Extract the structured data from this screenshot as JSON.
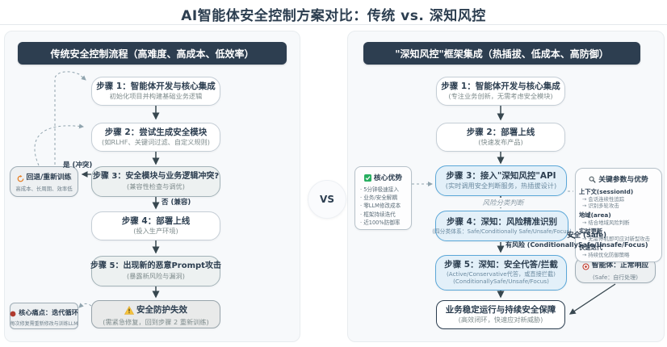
{
  "title": "AI智能体安全控制方案对比：传统 vs. 深知风控",
  "vs": "VS",
  "colors": {
    "dark_navy": "#2d3e50",
    "blue_border": "#5ba7d8",
    "blue_fill": "#e3f0f9",
    "warning_yellow": "#f5c33b",
    "danger_red": "#b03a2e",
    "success_green": "#27ae60",
    "rollback_orange": "#e67e22"
  },
  "left": {
    "header": "传统安全控制流程（高难度、高成本、低效率）",
    "step1": {
      "title": "步骤 1：智能体开发与核心集成",
      "sub": "初始化项目并构建基础业务逻辑"
    },
    "step2": {
      "title": "步骤 2：尝试生成安全模块",
      "sub": "(如RLHF、关键词过滤、自定义规则)"
    },
    "step3": {
      "title": "步骤 3：安全模块与业务逻辑冲突?",
      "sub": "(兼容性检查与调优)"
    },
    "step4": {
      "title": "步骤 4：部署上线",
      "sub": "(投入生产环境)"
    },
    "step5": {
      "title": "步骤 5：出现新的恶意Prompt攻击",
      "sub": "(暴露新风险与漏洞)"
    },
    "fail": {
      "icon": "warning-icon",
      "title": "安全防护失效",
      "sub": "(需紧急修复，回到步骤 2 重新训练)"
    },
    "rollback": {
      "icon": "rollback-icon",
      "title": "回退/重新训练",
      "sub": "高成本、长周期、效率低"
    },
    "pain": {
      "icon": "red-dot-icon",
      "title": "核心痛点：迭代循环",
      "sub": "每次修复需重新修改与训练LLM"
    },
    "yes_label": "是 (冲突)",
    "no_label": "否 (兼容)"
  },
  "right": {
    "header": "\"深知风控\"框架集成（热插拔、低成本、高防御）",
    "step1": {
      "title": "步骤 1：智能体开发与核心集成",
      "sub": "(专注业务创新，无需考虑安全模块)"
    },
    "step2": {
      "title": "步骤 2：部署上线",
      "sub": "(快速发布产品)"
    },
    "step3": {
      "title": "步骤 3：接入\"深知风控\"API",
      "sub": "(实时调用安全判断服务，热插拔设计)"
    },
    "step4": {
      "title": "步骤 4：深知：风险精准识别",
      "sub": "(四分类体系：Safe/Conditionally Safe/Unsafe/Focus)"
    },
    "step5": {
      "title": "步骤 5：深知：安全代答/拦截",
      "sub1": "(Active/Conservative代答，或直接拦截)",
      "sub2": "(ConditionallySafe/Unsafe/Focus)"
    },
    "risk_label": "风险分类判断",
    "safe_label": "安全 (Safe)",
    "risky_label": "有风险 (ConditionallySafe/Unsafe/Focus)",
    "agent": {
      "icon": "target-icon",
      "title": "智能体：正常响应",
      "sub": "(Safe：自行处理)"
    },
    "final": {
      "title": "业务稳定运行与持续安全保障",
      "sub": "(高效闭环，快速应对新威胁)"
    },
    "advantages": {
      "icon": "check-icon",
      "title": "核心优势",
      "items": [
        "5分钟极速接入",
        "业务/安全解耦",
        "零LLM修改成本",
        "框架持续迭代",
        "近100%防御率"
      ]
    },
    "keyparams": {
      "icon": "magnifier-icon",
      "title": "关键参数与优势",
      "sections": [
        {
          "h": "上下文(sessionId)",
          "lines": [
            "→ 会话连续性追踪",
            "→ 识别多轮攻击"
          ]
        },
        {
          "h": "地域(area)",
          "lines": [
            "→ 结合地域风险判断"
          ]
        },
        {
          "h": "实时更新",
          "lines": [
            "→ 无需停机即可应对新型攻击"
          ]
        },
        {
          "h": "快速迭代",
          "lines": [
            "→ 持续优化防御策略"
          ]
        }
      ]
    }
  }
}
